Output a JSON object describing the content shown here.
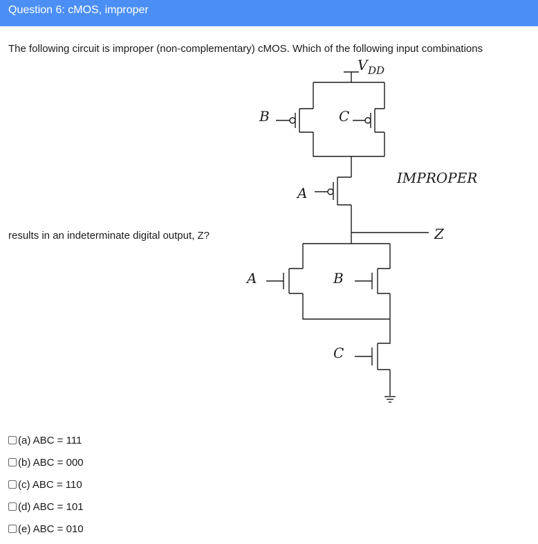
{
  "header": {
    "title": "Question 6: cMOS, improper"
  },
  "prompt": {
    "line1": "The following circuit is improper (non-complementary) cMOS. Which of the following input combinations",
    "line2": "results in an indeterminate digital output, Z?"
  },
  "circuit": {
    "vdd_label": "V",
    "vdd_sub": "DD",
    "improper_label": "IMPROPER",
    "output_label": "Z",
    "pmos_b_label": "B",
    "pmos_c_label": "C",
    "pmos_a_label": "A",
    "nmos_a_label": "A",
    "nmos_b_label": "B",
    "nmos_c_label": "C"
  },
  "options": [
    {
      "label": "(a) ABC = 111",
      "checked": false
    },
    {
      "label": "(b) ABC = 000",
      "checked": false
    },
    {
      "label": "(c) ABC = 110",
      "checked": false
    },
    {
      "label": "(d) ABC = 101",
      "checked": false
    },
    {
      "label": "(e) ABC = 010",
      "checked": false
    }
  ]
}
